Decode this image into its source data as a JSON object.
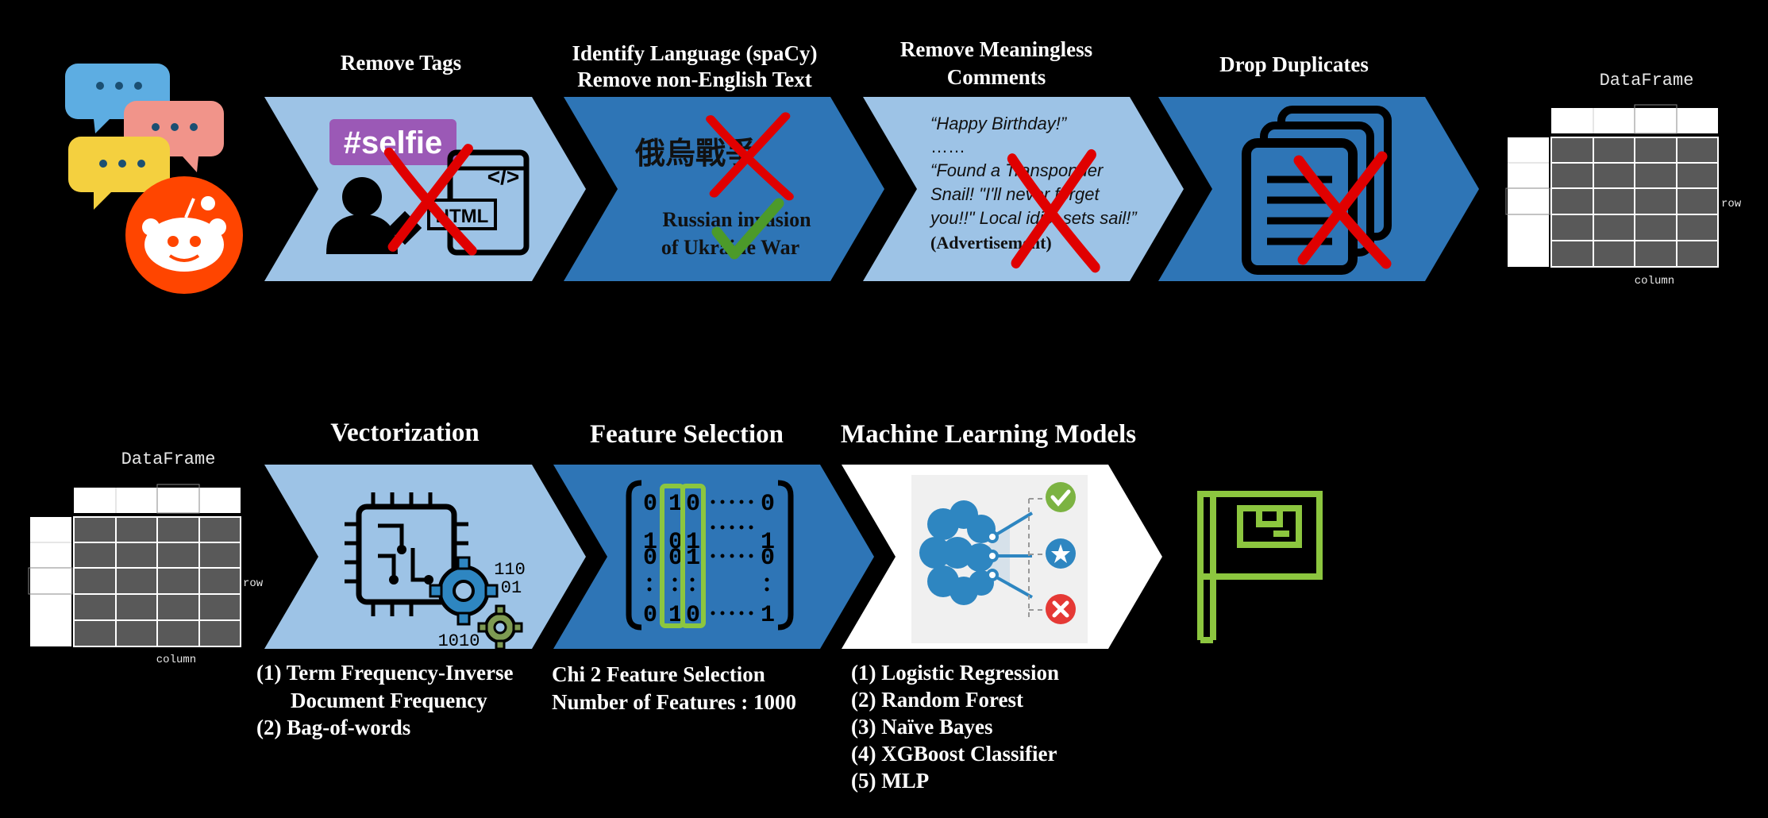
{
  "colors": {
    "background": "#000000",
    "light_chevron": "#9dc3e6",
    "dark_chevron": "#2e75b6",
    "white_chevron": "#ffffff",
    "cross": "#e00000",
    "check": "#4c9a2a",
    "accent_green": "#8cc63f",
    "grid_cell": "#595959"
  },
  "top_row": {
    "steps": [
      {
        "name": "remove-tags",
        "title": "Remove Tags",
        "icon": "tag-html-cross-icon",
        "tag_text": "#selfie",
        "html_text": "HTML"
      },
      {
        "name": "identify-language",
        "title_line1": "Identify Language (spaCy)",
        "title_line2": "Remove non-English Text",
        "icon": "language-check-icon",
        "foreign_text": "俄烏戰爭",
        "english_line1": "Russian invasion",
        "english_line2": "of Ukraine War"
      },
      {
        "name": "remove-meaningless",
        "title_line1": "Remove Meaningless",
        "title_line2": "Comments",
        "icon": "comments-cross-icon",
        "sample_lines": [
          "“Happy Birthday!”",
          "……",
          "“Found a Transponder",
          "Snail! \"I'll never forget",
          "you!!\" Local idiot sets sail!”",
          "(Advertisement)"
        ]
      },
      {
        "name": "drop-duplicates",
        "title": "Drop Duplicates",
        "icon": "documents-cross-icon"
      }
    ],
    "dataframe": {
      "title": "DataFrame",
      "row_label": "row",
      "column_label": "column"
    }
  },
  "bottom_row": {
    "dataframe": {
      "title": "DataFrame",
      "row_label": "row",
      "column_label": "column"
    },
    "steps": [
      {
        "name": "vectorization",
        "title": "Vectorization",
        "icon": "chip-gear-icon",
        "binary_a": "110",
        "binary_b": "01",
        "binary_c": "1010",
        "notes": [
          "(1) Term Frequency-Inverse",
          "Document Frequency",
          "(2) Bag-of-words"
        ]
      },
      {
        "name": "feature-selection",
        "title": "Feature Selection",
        "icon": "matrix-selection-icon",
        "notes": [
          "Chi 2 Feature Selection",
          "Number of Features : 1000"
        ]
      },
      {
        "name": "ml-models",
        "title": "Machine Learning Models",
        "icon": "brain-network-icon",
        "notes": [
          "(1) Logistic Regression",
          "(2) Random Forest",
          "(3) Naïve Bayes",
          "(4) XGBoost Classifier",
          "(5) MLP"
        ]
      }
    ],
    "final_icon": "flag-package-icon"
  },
  "source_icon": "reddit-chat-icon"
}
